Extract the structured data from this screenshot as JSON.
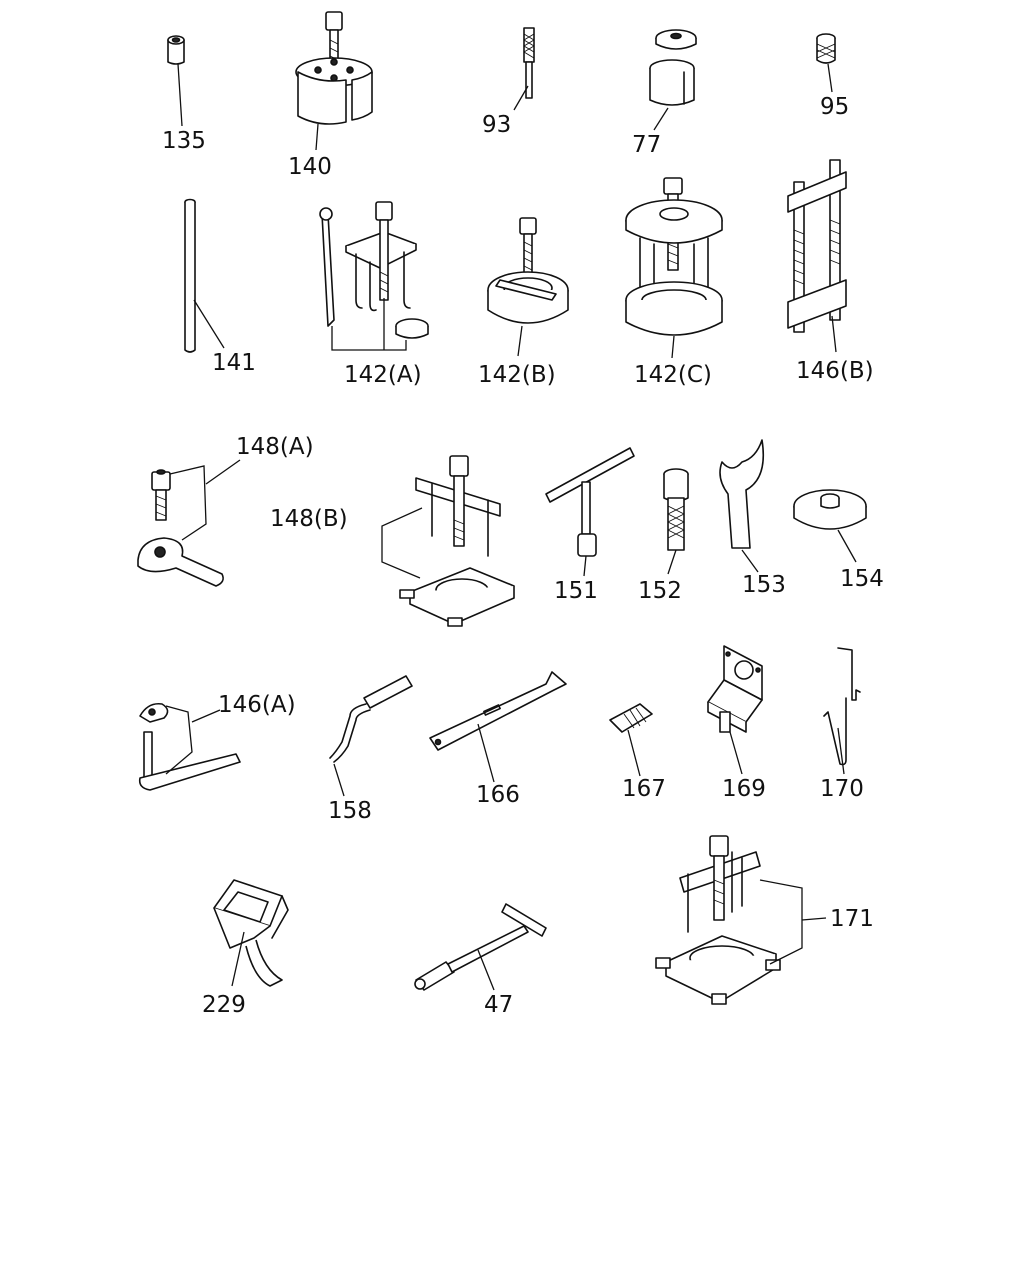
{
  "callouts": {
    "c135": "135",
    "c140": "140",
    "c93": "93",
    "c77": "77",
    "c95": "95",
    "c141": "141",
    "c142a": "142(A)",
    "c142b": "142(B)",
    "c142c": "142(C)",
    "c146b": "146(B)",
    "c148a": "148(A)",
    "c148b": "148(B)",
    "c151": "151",
    "c152": "152",
    "c153": "153",
    "c154": "154",
    "c146a": "146(A)",
    "c158": "158",
    "c166": "166",
    "c167": "167",
    "c169": "169",
    "c170": "170",
    "c229": "229",
    "c47": "47",
    "c171": "171"
  }
}
